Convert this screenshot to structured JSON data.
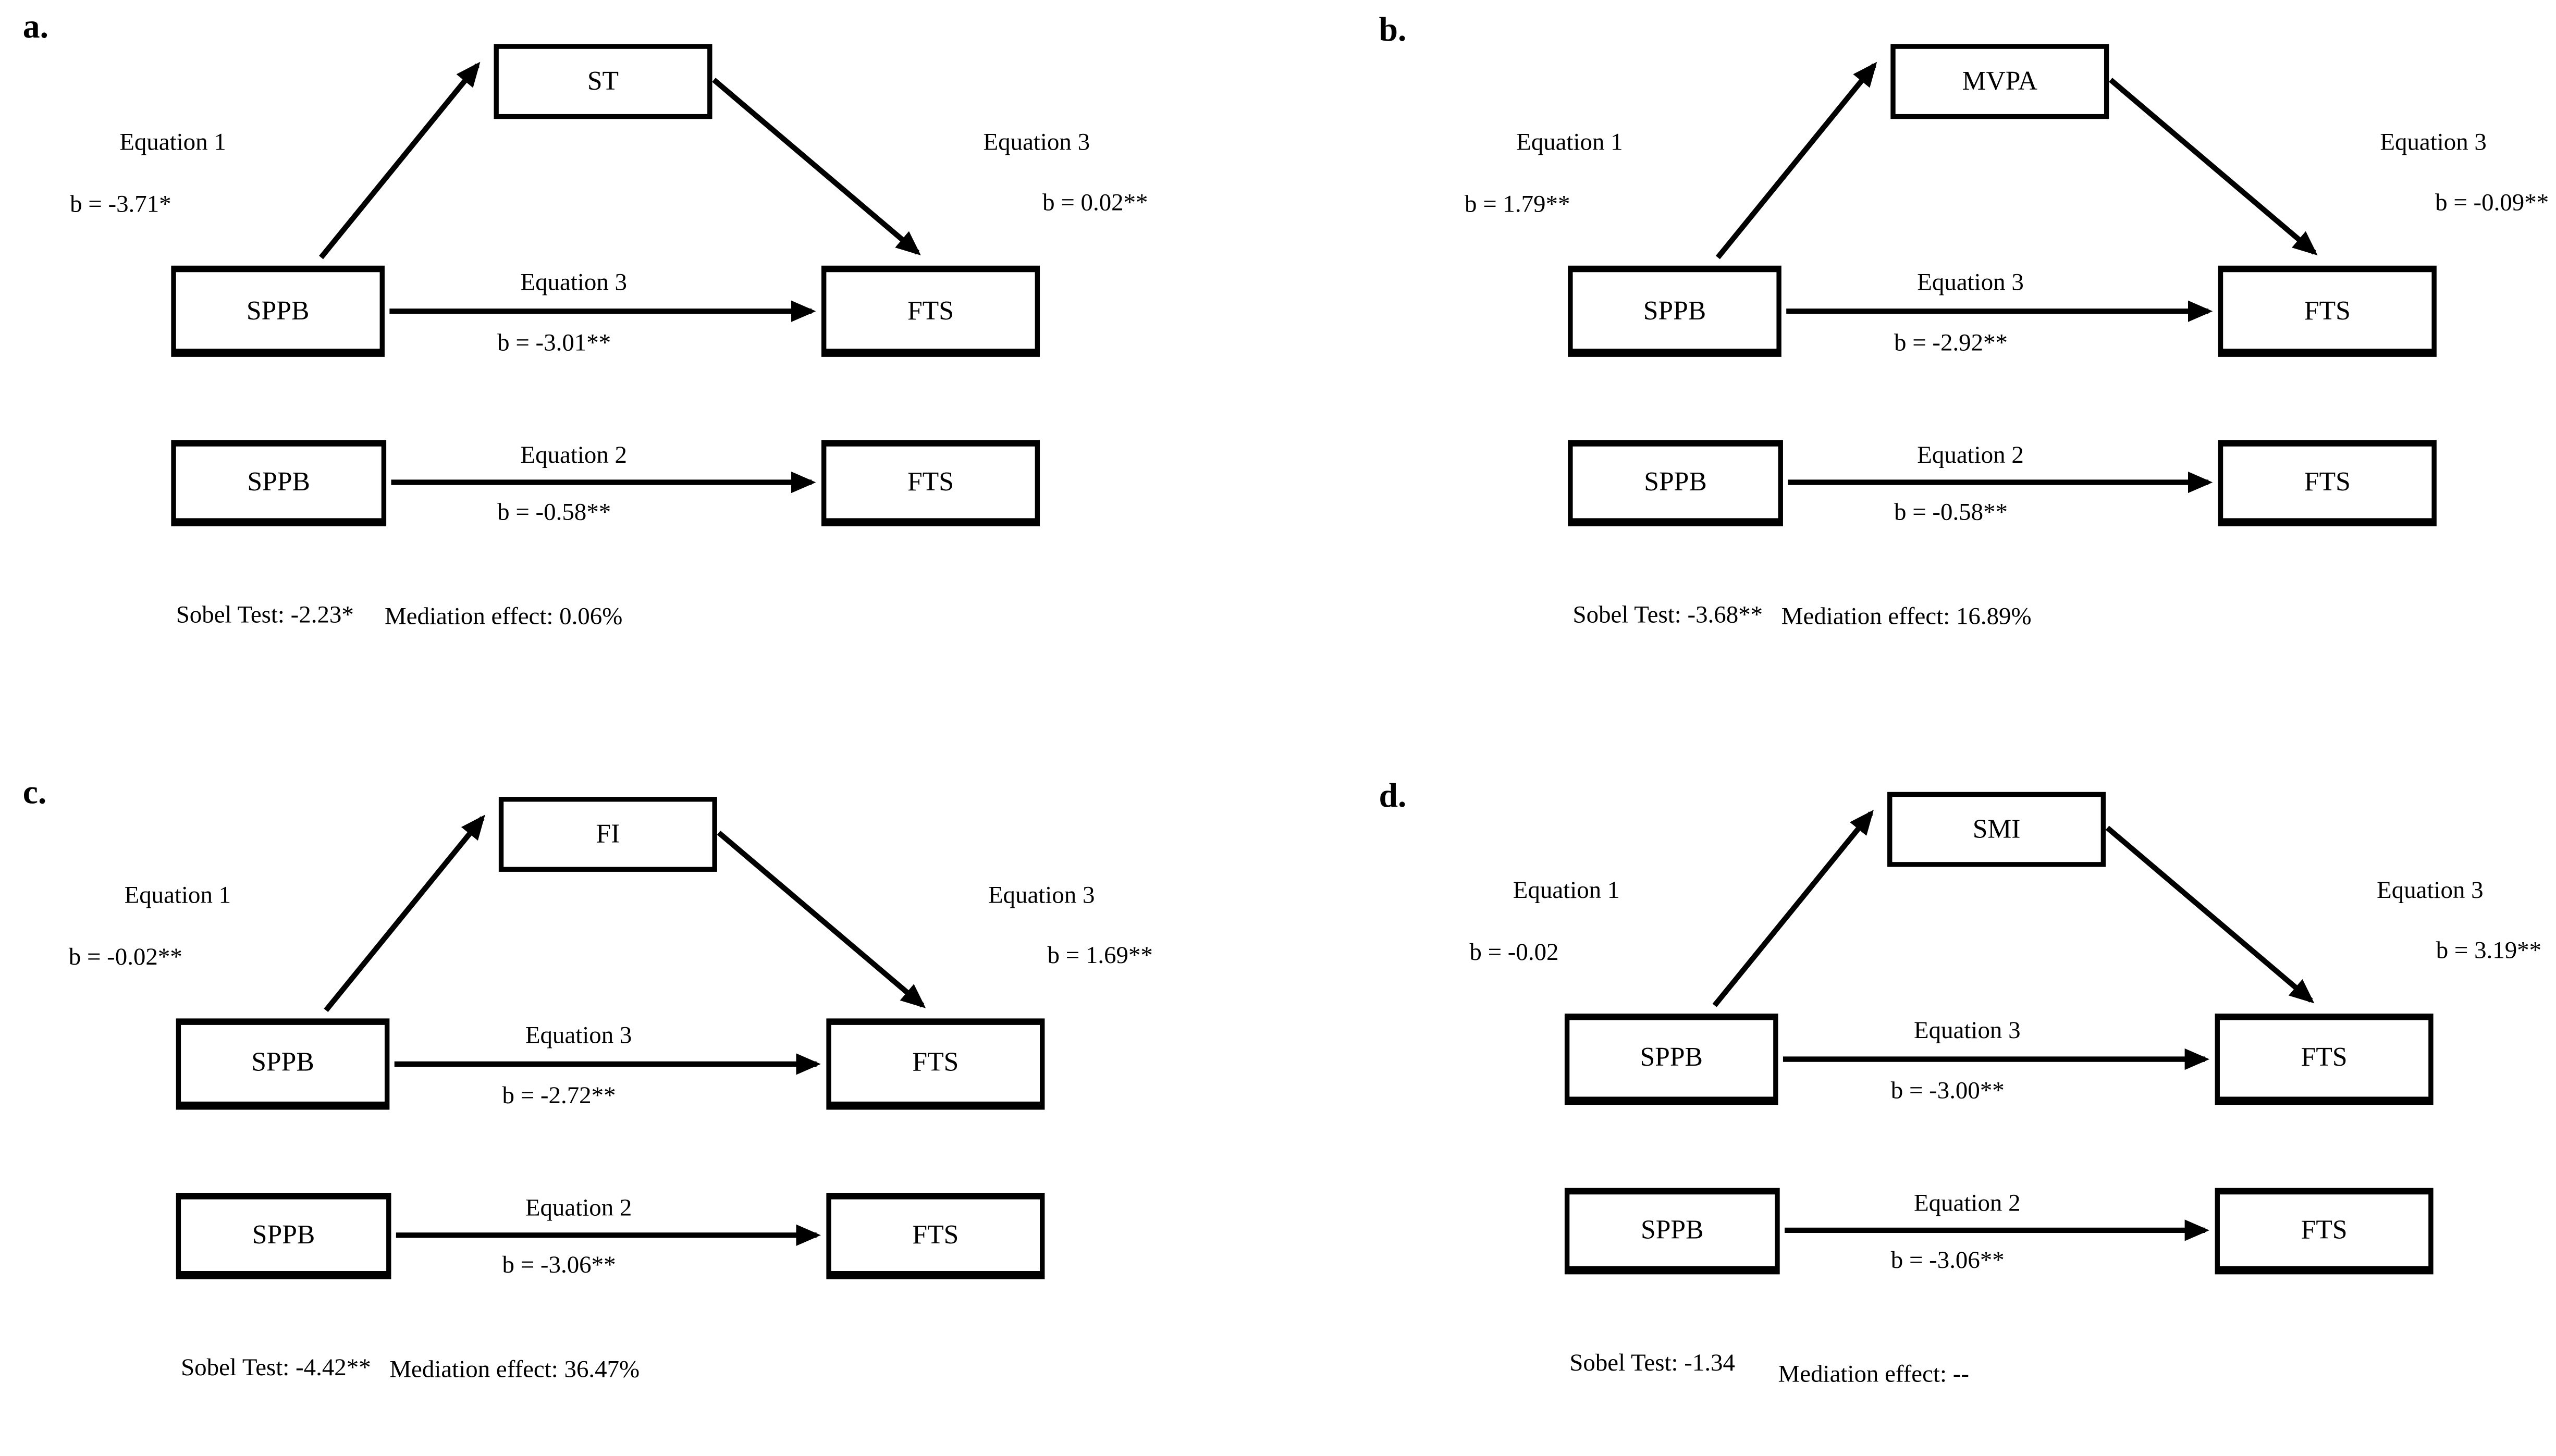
{
  "colors": {
    "ink": "#000000",
    "background": "#ffffff"
  },
  "panels": [
    {
      "label": "a.",
      "mediator": "ST",
      "exposure": "SPPB",
      "outcome": "FTS",
      "eq1_label": "Equation 1",
      "eq1_b": "b = -3.71*",
      "eq3_top_label": "Equation 3",
      "eq3_top_b": "b = 0.02**",
      "eq3_mid_label": "Equation 3",
      "eq3_mid_b": "b = -3.01**",
      "eq2_label": "Equation 2",
      "eq2_b": "b = -0.58**",
      "sobel": "Sobel Test: -2.23*",
      "mediation": "Mediation effect: 0.06%"
    },
    {
      "label": "b.",
      "mediator": "MVPA",
      "exposure": "SPPB",
      "outcome": "FTS",
      "eq1_label": "Equation 1",
      "eq1_b": "b = 1.79**",
      "eq3_top_label": "Equation 3",
      "eq3_top_b": "b = -0.09**",
      "eq3_mid_label": "Equation 3",
      "eq3_mid_b": "b = -2.92**",
      "eq2_label": "Equation 2",
      "eq2_b": "b = -0.58**",
      "sobel": "Sobel Test: -3.68**",
      "mediation": "Mediation effect: 16.89%"
    },
    {
      "label": "c.",
      "mediator": "FI",
      "exposure": "SPPB",
      "outcome": "FTS",
      "eq1_label": "Equation 1",
      "eq1_b": "b = -0.02**",
      "eq3_top_label": "Equation 3",
      "eq3_top_b": "b = 1.69**",
      "eq3_mid_label": "Equation 3",
      "eq3_mid_b": "b = -2.72**",
      "eq2_label": "Equation 2",
      "eq2_b": "b = -3.06**",
      "sobel": "Sobel Test: -4.42**",
      "mediation": "Mediation effect: 36.47%"
    },
    {
      "label": "d.",
      "mediator": "SMI",
      "exposure": "SPPB",
      "outcome": "FTS",
      "eq1_label": "Equation 1",
      "eq1_b": "b = -0.02",
      "eq3_top_label": "Equation 3",
      "eq3_top_b": "b = 3.19**",
      "eq3_mid_label": "Equation 3",
      "eq3_mid_b": "b = -3.00**",
      "eq2_label": "Equation 2",
      "eq2_b": "b = -3.06**",
      "sobel": "Sobel Test: -1.34",
      "mediation": "Mediation effect: --"
    }
  ]
}
